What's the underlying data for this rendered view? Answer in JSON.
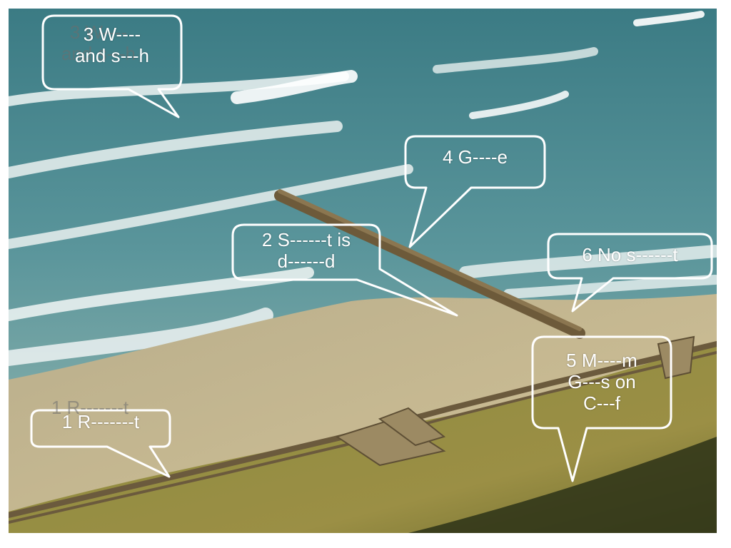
{
  "callouts": [
    {
      "id": "c1",
      "label": "1 R-------t"
    },
    {
      "id": "c2",
      "label": "2 S------t is\nd------d"
    },
    {
      "id": "c3",
      "label": "3 W----\nand s---h"
    },
    {
      "id": "c4",
      "label": "4 G----e"
    },
    {
      "id": "c5",
      "label": "5 M----m\nG---s on\nC---f"
    },
    {
      "id": "c6",
      "label": "6 No s------t"
    }
  ],
  "colors": {
    "sea_deep": "#3f7f86",
    "sea_mid": "#5d979c",
    "foam": "#e9f1f0",
    "sand": "#c8b98f",
    "grass": "#8c8a3c",
    "shadow": "#2e3317",
    "timber": "#7d6a45",
    "callout_border": "#ffffff"
  }
}
